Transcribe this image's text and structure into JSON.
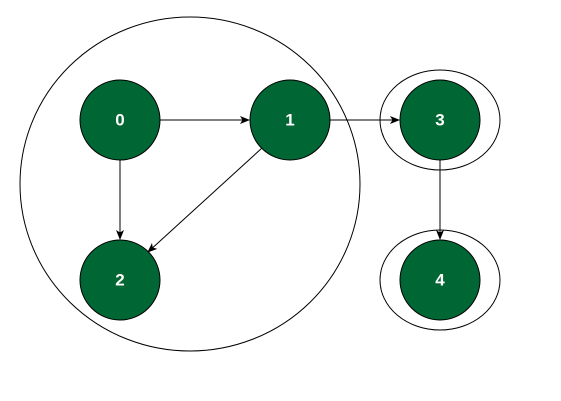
{
  "colors": {
    "node_fill": "#006633",
    "node_stroke": "#000000",
    "edge": "#000000",
    "group": "#000000",
    "background": "#ffffff"
  },
  "nodes": [
    {
      "id": "0",
      "label": "0"
    },
    {
      "id": "1",
      "label": "1"
    },
    {
      "id": "2",
      "label": "2"
    },
    {
      "id": "3",
      "label": "3"
    },
    {
      "id": "4",
      "label": "4"
    }
  ],
  "edges": [
    {
      "from": "0",
      "to": "1"
    },
    {
      "from": "0",
      "to": "2"
    },
    {
      "from": "1",
      "to": "2"
    },
    {
      "from": "1",
      "to": "3"
    },
    {
      "from": "3",
      "to": "4"
    }
  ],
  "groups": [
    {
      "members": [
        "0",
        "1",
        "2"
      ]
    },
    {
      "members": [
        "3"
      ]
    },
    {
      "members": [
        "4"
      ]
    }
  ]
}
